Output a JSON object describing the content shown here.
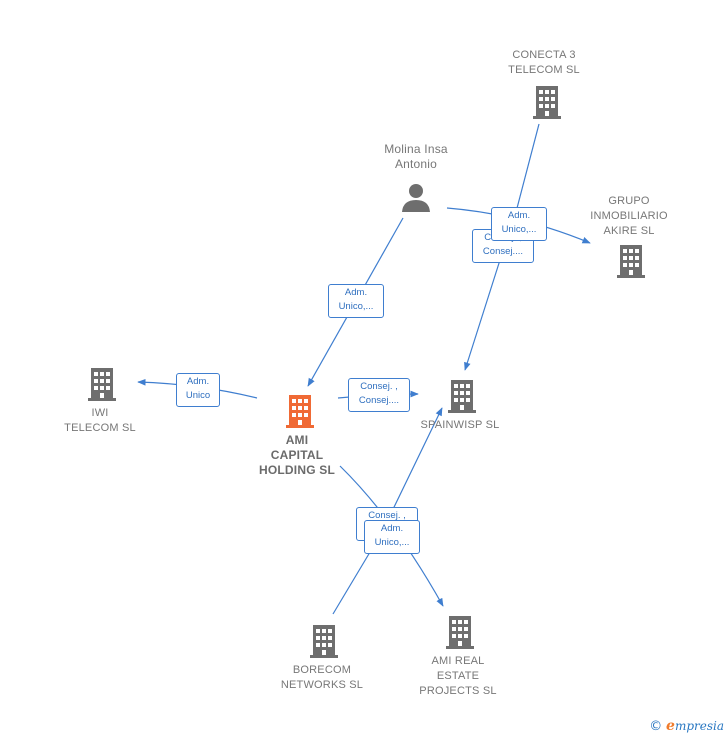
{
  "colors": {
    "building": "#6e6e6e",
    "main_building": "#f06a35",
    "edge": "#3f7ecf",
    "label": "#777777"
  },
  "nodes": {
    "conecta": {
      "label": "CONECTA 3\nTELECOM SL",
      "icon": "building-icon"
    },
    "molina": {
      "label": "Molina Insa\nAntonio",
      "icon": "person-icon"
    },
    "grupo": {
      "label": "GRUPO\nINMOBILIARIO\nAKIRE  SL",
      "icon": "building-icon"
    },
    "iwi": {
      "label": "IWI\nTELECOM  SL",
      "icon": "building-icon"
    },
    "ami": {
      "label": "AMI\nCAPITAL\nHOLDING  SL",
      "icon": "building-icon"
    },
    "spainwisp": {
      "label": "SPAINWISP  SL",
      "icon": "building-icon"
    },
    "borecom": {
      "label": "BORECOM\nNETWORKS  SL",
      "icon": "building-icon"
    },
    "amireal": {
      "label": "AMI REAL\nESTATE\nPROJECTS  SL",
      "icon": "building-icon"
    }
  },
  "edge_labels": {
    "conecta_grupo": "Adm.\nUnico,...",
    "conecta_spainwisp": "Consej. ,\nConsej....",
    "molina_ami": "Adm.\nUnico,...",
    "ami_iwi": "Adm.\nUnico",
    "ami_spainwisp": "Consej. ,\nConsej....",
    "borecom_spainwisp": "Consej. ,\nConsej....",
    "ami_amireal": "Adm.\nUnico,..."
  },
  "footer": {
    "copyright": "©",
    "brand_initial": "e",
    "brand_rest": "mpresia"
  }
}
